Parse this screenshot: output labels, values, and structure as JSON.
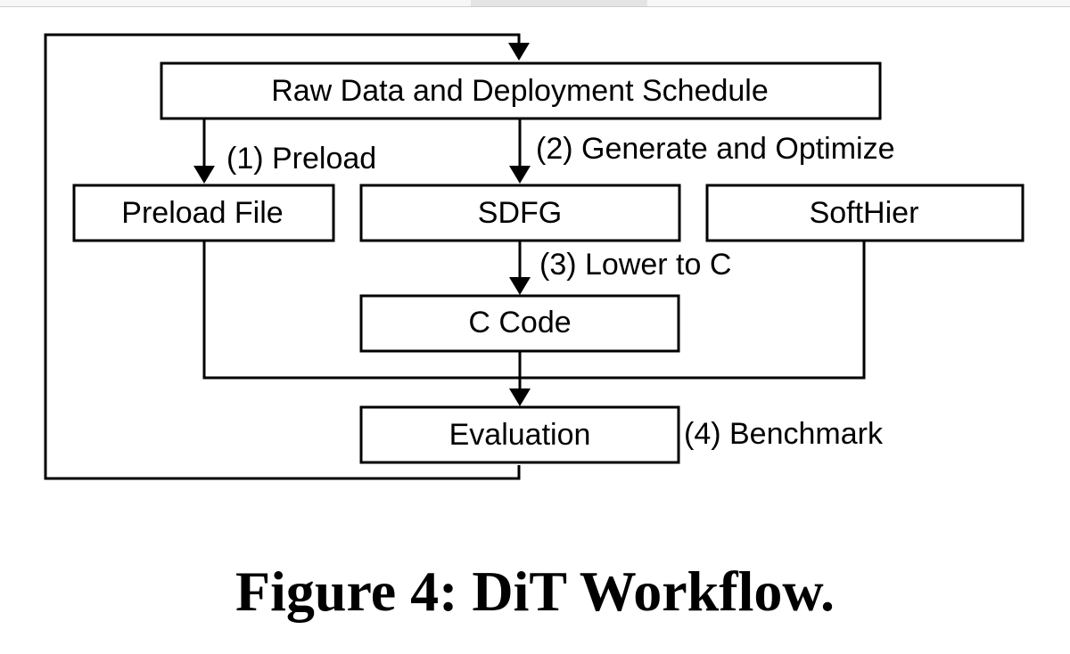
{
  "nodes": {
    "raw_data": "Raw Data and Deployment Schedule",
    "preload_file": "Preload File",
    "sdfg": "SDFG",
    "softhier": "SoftHier",
    "c_code": "C Code",
    "evaluation": "Evaluation"
  },
  "edges": {
    "preload": "(1) Preload",
    "generate": "(2) Generate and Optimize",
    "lower": "(3) Lower to C",
    "benchmark": "(4) Benchmark"
  },
  "caption": "Figure 4: DiT Workflow."
}
